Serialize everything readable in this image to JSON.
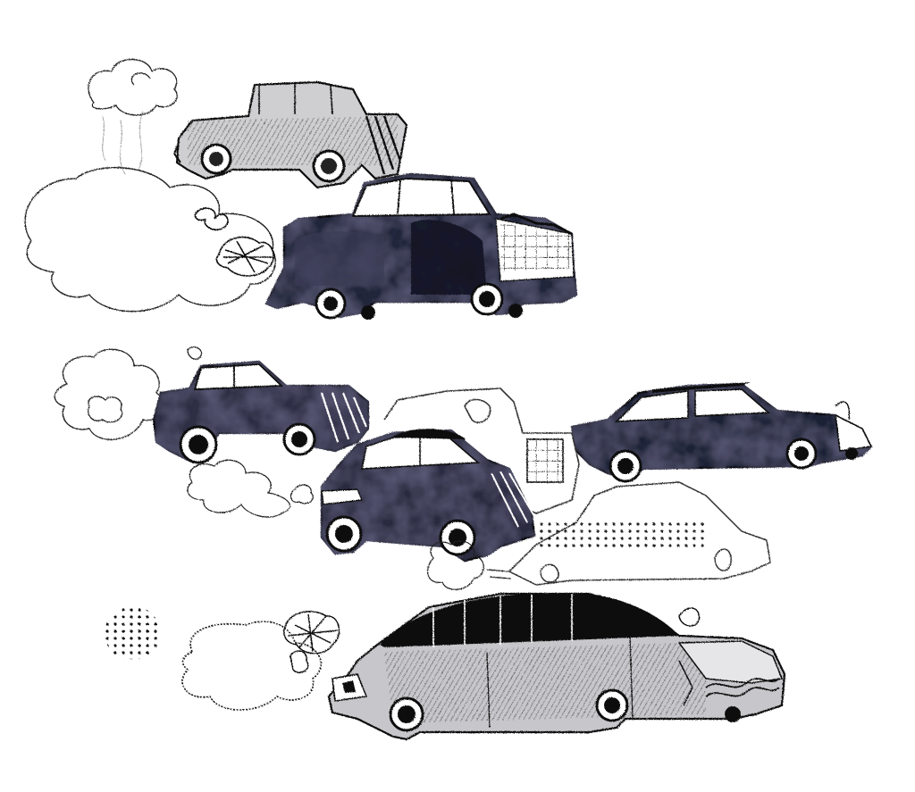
{
  "illustration": {
    "subject": "traffic-of-cars",
    "palette": {
      "paper": "#ffffff",
      "ink": "#111111",
      "wash_dark": "#1a1b2e",
      "wash_mid": "#4a4c5c",
      "wash_light": "#8d8f9a",
      "pencil": "#6a6a6a"
    },
    "cars": [
      {
        "name": "car-top-small",
        "style": "pencil-ink"
      },
      {
        "name": "car-top-large",
        "style": "ink-wash"
      },
      {
        "name": "car-middle-left",
        "style": "ink-wash"
      },
      {
        "name": "car-middle-front-taxi",
        "style": "ink-wash"
      },
      {
        "name": "car-middle-right-sedan",
        "style": "ink-wash"
      },
      {
        "name": "car-outline-ghost",
        "style": "pencil-outline"
      },
      {
        "name": "car-bottom-long",
        "style": "pencil-ink"
      }
    ],
    "smoke_clouds": 7
  }
}
